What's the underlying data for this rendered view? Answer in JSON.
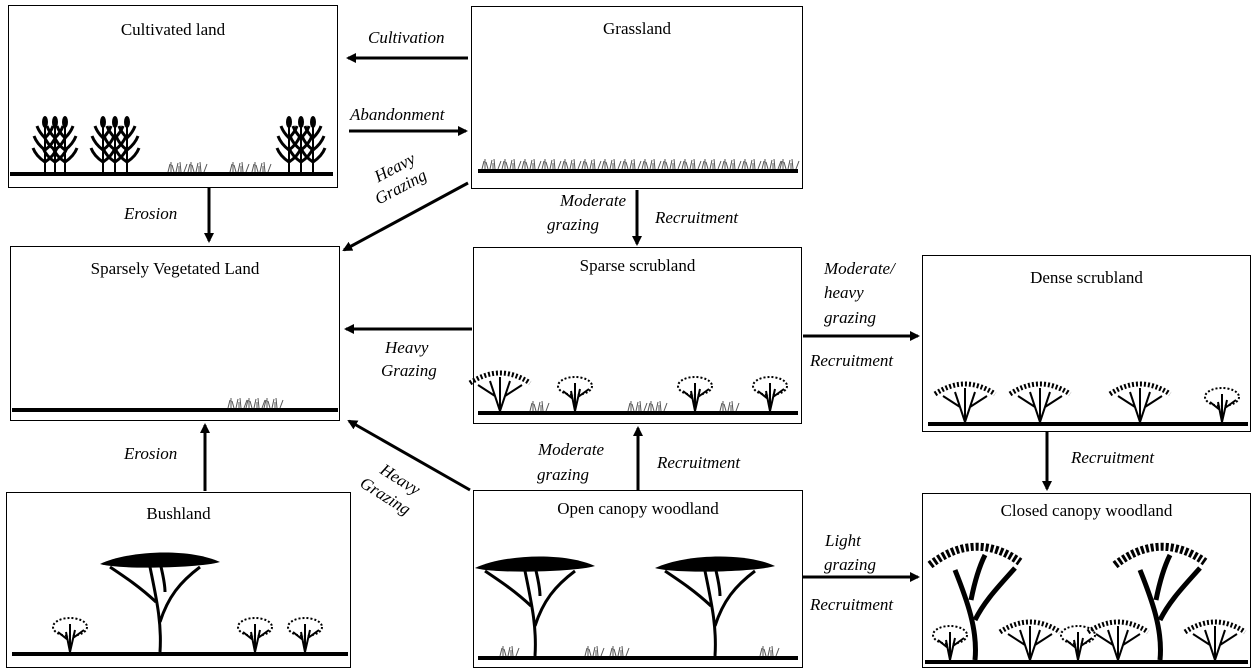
{
  "states": {
    "cultivated": "Cultivated  land",
    "grassland": "Grassland",
    "sparse_veg": "Sparsely Vegetated Land",
    "sparse_scrub": "Sparse scrubland",
    "dense_scrub": "Dense scrubland",
    "bushland": "Bushland",
    "open_wood": "Open canopy woodland",
    "closed_wood": "Closed canopy woodland"
  },
  "transitions": {
    "cultivation": "Cultivation",
    "abandonment": "Abandonment",
    "erosion_top": "Erosion",
    "heavy_grazing_grass_1": "Heavy",
    "heavy_grazing_grass_2": "Grazing",
    "moderate_grazing_grass_1": "Moderate",
    "moderate_grazing_grass_2": "grazing",
    "recruitment_grass": "Recruitment",
    "heavy_grazing_scrub_1": "Heavy",
    "heavy_grazing_scrub_2": "Grazing",
    "mod_heavy_1": "Moderate/",
    "mod_heavy_2": "heavy",
    "mod_heavy_3": "grazing",
    "recruitment_scrub": "Recruitment",
    "erosion_bottom": "Erosion",
    "heavy_grazing_wood_1": "Heavy",
    "heavy_grazing_wood_2": "Grazing",
    "moderate_grazing_wood_1": "Moderate",
    "moderate_grazing_wood_2": "grazing",
    "recruitment_wood": "Recruitment",
    "recruitment_dense": "Recruitment",
    "light_grazing_1": "Light",
    "light_grazing_2": "grazing",
    "recruitment_closed": "Recruitment"
  }
}
